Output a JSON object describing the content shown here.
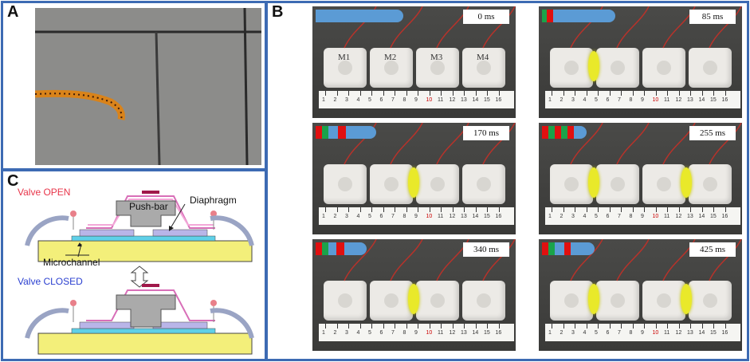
{
  "panels": {
    "a_label": "A",
    "b_label": "B",
    "c_label": "C"
  },
  "diagram": {
    "valve_open": "Valve OPEN",
    "valve_closed": "Valve CLOSED",
    "push_bar": "Push-bar",
    "diaphragm": "Diaphragm",
    "microchannel": "Microchannel"
  },
  "modules": [
    "M1",
    "M2",
    "M3",
    "M4"
  ],
  "frames": [
    {
      "time": "0 ms"
    },
    {
      "time": "85 ms"
    },
    {
      "time": "170 ms"
    },
    {
      "time": "255 ms"
    },
    {
      "time": "340 ms"
    },
    {
      "time": "425 ms"
    }
  ],
  "ruler_numbers": [
    "1",
    "2",
    "3",
    "4",
    "5",
    "6",
    "7",
    "8",
    "9",
    "10",
    "11",
    "12",
    "13",
    "14",
    "15",
    "16"
  ],
  "colors": {
    "frame_border": "#3d6bb3",
    "valve_open_text": "#e8354a",
    "valve_closed_text": "#2a3fd0",
    "state_blue": "#5b9bd5",
    "state_red": "#e01010",
    "state_green": "#1aa34a",
    "actuator_yellow": "#e9e92a"
  }
}
